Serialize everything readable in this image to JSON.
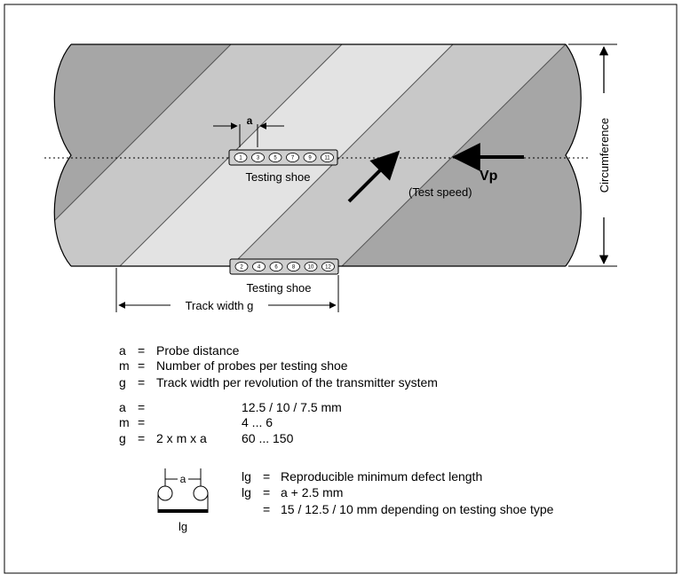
{
  "diagram": {
    "labels": {
      "probe_distance_marker": "a",
      "testing_shoe_top": "Testing shoe",
      "testing_shoe_bottom": "Testing shoe",
      "speed": "Vp",
      "test_speed": "(Test speed)",
      "circumference": "Circumference",
      "track_width": "Track width g"
    },
    "top_shoe_probes": [
      "1",
      "3",
      "5",
      "7",
      "9",
      "11"
    ],
    "bottom_shoe_probes": [
      "2",
      "4",
      "6",
      "8",
      "10",
      "12"
    ],
    "colors": {
      "dark_band": "#a6a6a6",
      "mid_band": "#c8c8c8",
      "light_band": "#e3e3e3",
      "shoe_fill": "#cfcfcf",
      "frame": "#000000"
    }
  },
  "definitions": [
    {
      "symbol": "a",
      "eq": "=",
      "text": "Probe distance"
    },
    {
      "symbol": "m",
      "eq": "=",
      "text": "Number of probes per testing shoe"
    },
    {
      "symbol": "g",
      "eq": "=",
      "text": "Track width per revolution of the transmitter system"
    }
  ],
  "values": [
    {
      "symbol": "a",
      "eq": "=",
      "formula": "",
      "value": "12.5 / 10 / 7.5 mm"
    },
    {
      "symbol": "m",
      "eq": "=",
      "formula": "",
      "value": "4 ... 6"
    },
    {
      "symbol": "g",
      "eq": "=",
      "formula": "2 x m x a",
      "value": "60 ... 150"
    }
  ],
  "defect": {
    "sketch_a": "a",
    "sketch_lg": "lg",
    "lines": [
      {
        "symbol": "lg",
        "eq": "=",
        "text": "Reproducible minimum defect length"
      },
      {
        "symbol": "lg",
        "eq": "=",
        "text": "a + 2.5 mm"
      },
      {
        "symbol": "",
        "eq": "=",
        "text": "15 / 12.5 / 10 mm  depending on testing shoe type"
      }
    ]
  }
}
